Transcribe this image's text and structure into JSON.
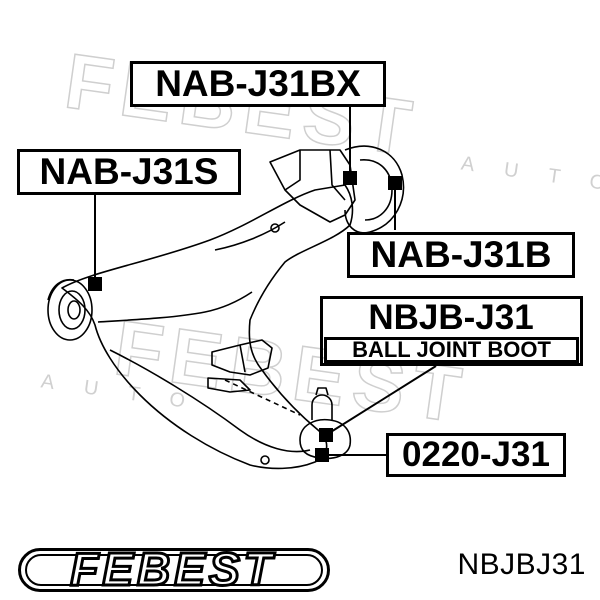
{
  "labels": {
    "bushing_rear": "NAB-J31BX",
    "bushing_front": "NAB-J31S",
    "bushing_rear_2": "NAB-J31B",
    "boot_code": "NBJB-J31",
    "boot_name": "BALL JOINT BOOT",
    "ball_joint": "0220-J31"
  },
  "watermark": {
    "brand": "FEBEST",
    "sub": "AUTO"
  },
  "logo": "FEBEST",
  "part_code": "NBJBJ31"
}
